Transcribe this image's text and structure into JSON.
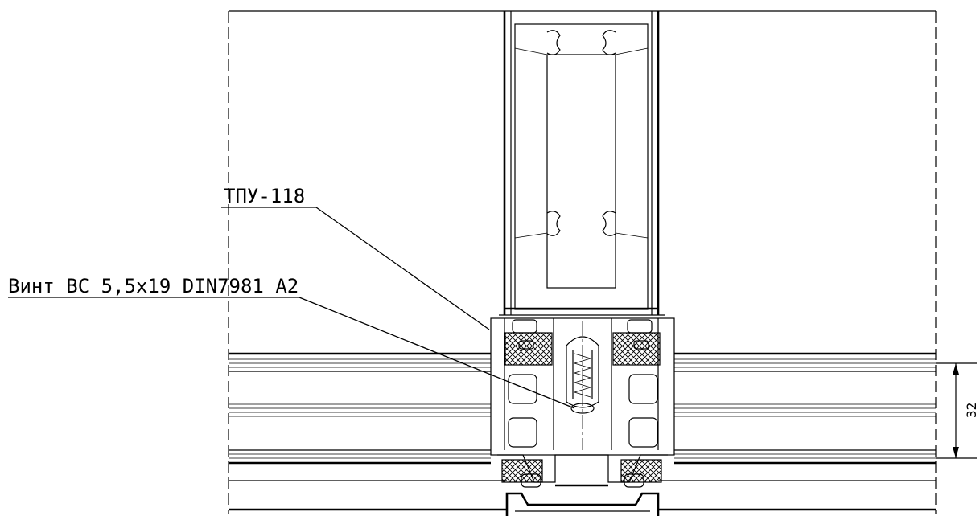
{
  "callouts": [
    {
      "id": "tpu",
      "label": "ТПУ-118"
    },
    {
      "id": "screw",
      "label": "Винт ВС 5,5x19 DIN7981 A2"
    }
  ],
  "dimension": {
    "value": "32"
  },
  "colors": {
    "line": "#000000",
    "background": "#ffffff"
  }
}
